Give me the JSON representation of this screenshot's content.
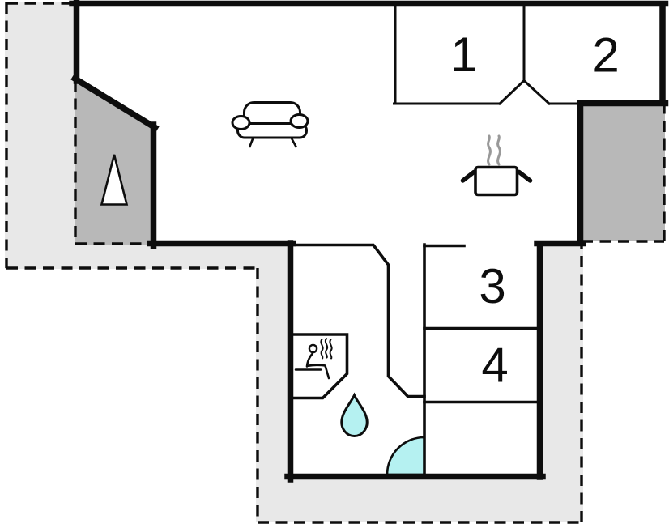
{
  "floorplan": {
    "rooms": [
      {
        "number": "1"
      },
      {
        "number": "2"
      },
      {
        "number": "3"
      },
      {
        "number": "4"
      }
    ],
    "colors": {
      "terrace": "#e8e8e8",
      "covered_terrace": "#b8b8b8",
      "water": "#b5f1f1",
      "wall": "#0d0d0d",
      "steam": "#999999",
      "room_fill": "#ffffff"
    },
    "icons": [
      {
        "name": "sofa-icon"
      },
      {
        "name": "cooking-pot-icon"
      },
      {
        "name": "sauna-icon"
      },
      {
        "name": "water-drop-icon"
      },
      {
        "name": "shower-icon"
      },
      {
        "name": "tree-icon"
      }
    ]
  }
}
